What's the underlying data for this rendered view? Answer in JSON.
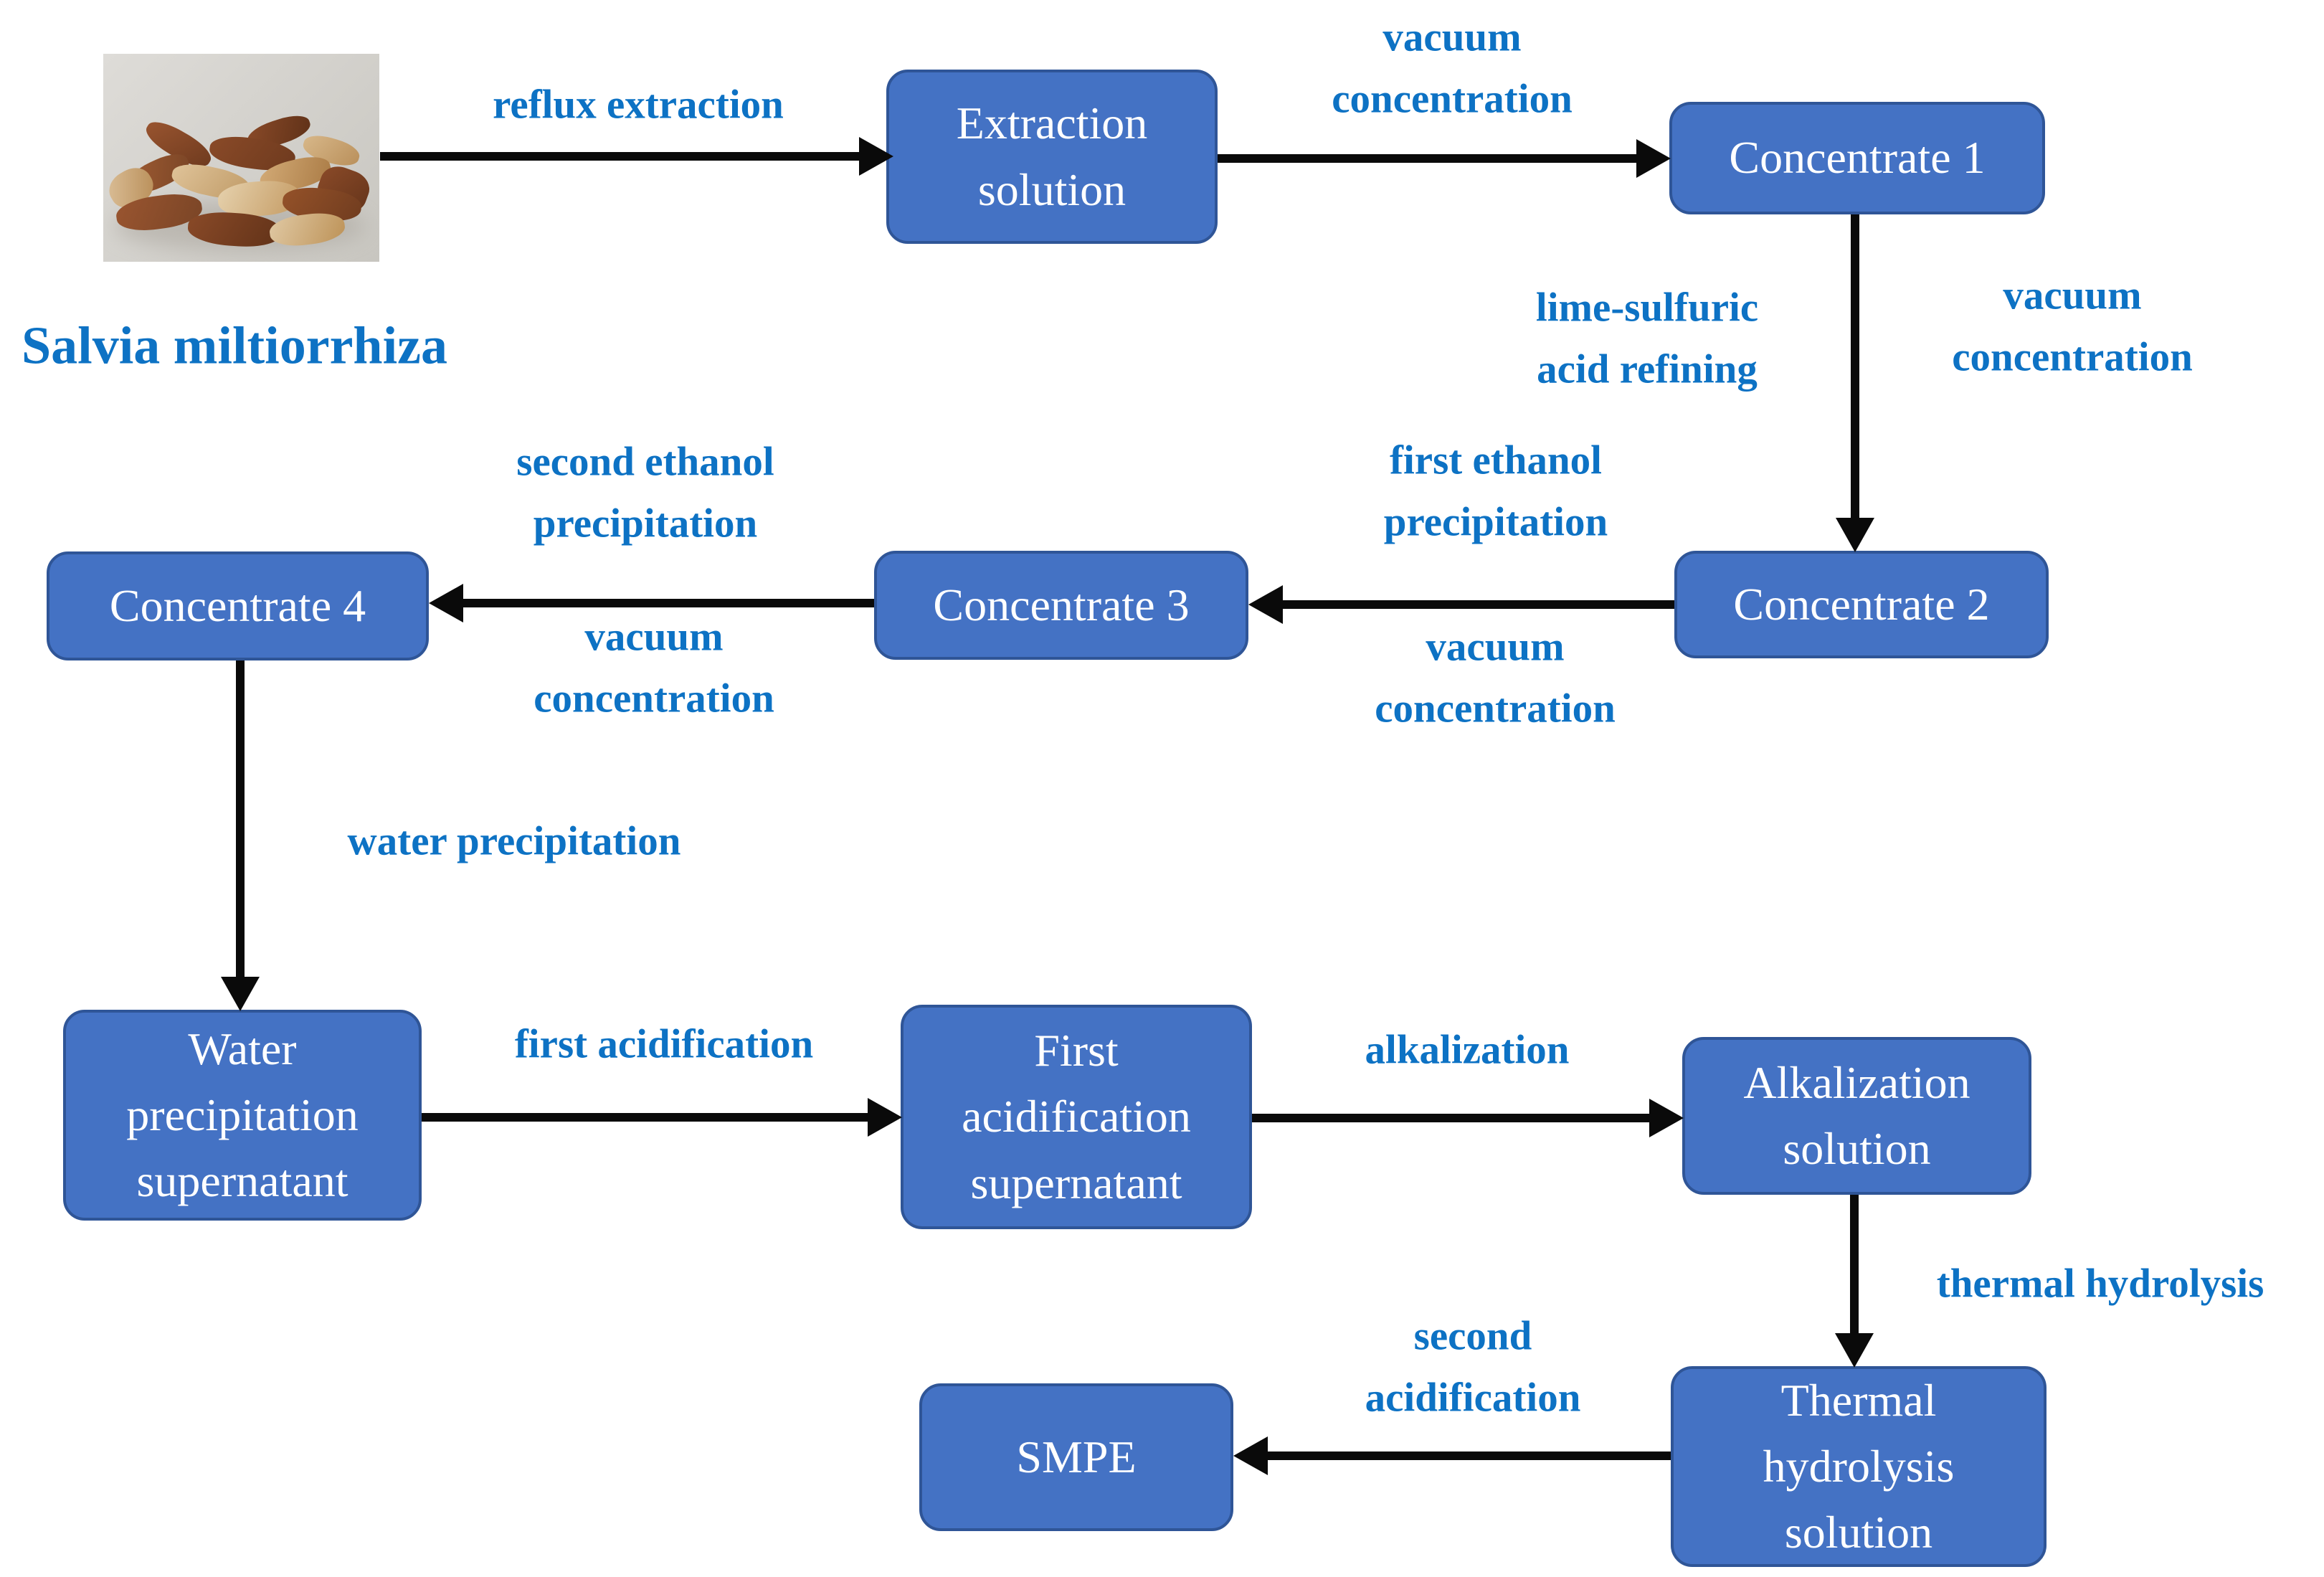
{
  "source": {
    "label": "Salvia miltiorrhiza"
  },
  "nodes": {
    "extraction_solution": {
      "lines": [
        "Extraction",
        "solution"
      ]
    },
    "concentrate_1": {
      "lines": [
        "Concentrate 1"
      ]
    },
    "concentrate_2": {
      "lines": [
        "Concentrate 2"
      ]
    },
    "concentrate_3": {
      "lines": [
        "Concentrate 3"
      ]
    },
    "concentrate_4": {
      "lines": [
        "Concentrate 4"
      ]
    },
    "water_precipitation_supernatant": {
      "lines": [
        "Water",
        "precipitation",
        "supernatant"
      ]
    },
    "first_acidification_supernatant": {
      "lines": [
        "First",
        "acidification",
        "supernatant"
      ]
    },
    "alkalization_solution": {
      "lines": [
        "Alkalization",
        "solution"
      ]
    },
    "thermal_hydrolysis_solution": {
      "lines": [
        "Thermal",
        "hydrolysis",
        "solution"
      ]
    },
    "smpe": {
      "lines": [
        "SMPE"
      ]
    }
  },
  "edge_labels": {
    "reflux_extraction": {
      "lines": [
        "reflux extraction"
      ]
    },
    "vacuum_concentration_1": {
      "lines": [
        "vacuum",
        "concentration"
      ]
    },
    "lime_sulfuric_acid_refining": {
      "lines": [
        "lime-sulfuric",
        "acid refining"
      ]
    },
    "vacuum_concentration_2": {
      "lines": [
        "vacuum",
        "concentration"
      ]
    },
    "first_ethanol_precipitation": {
      "lines": [
        "first ethanol",
        "precipitation"
      ]
    },
    "vacuum_concentration_3": {
      "lines": [
        "vacuum",
        "concentration"
      ]
    },
    "second_ethanol_precipitation": {
      "lines": [
        "second ethanol",
        "precipitation"
      ]
    },
    "vacuum_concentration_4": {
      "lines": [
        "vacuum",
        "concentration"
      ]
    },
    "water_precipitation": {
      "lines": [
        "water precipitation"
      ]
    },
    "first_acidification": {
      "lines": [
        "first acidification"
      ]
    },
    "alkalization": {
      "lines": [
        "alkalization"
      ]
    },
    "thermal_hydrolysis": {
      "lines": [
        "thermal hydrolysis"
      ]
    },
    "second_acidification": {
      "lines": [
        "second",
        "acidification"
      ]
    }
  },
  "colors": {
    "node_fill": "#4472C4",
    "node_border": "#2F5597",
    "node_text": "#FFFFFF",
    "label_text": "#0D72C4",
    "arrow": "#0A0A0A"
  }
}
